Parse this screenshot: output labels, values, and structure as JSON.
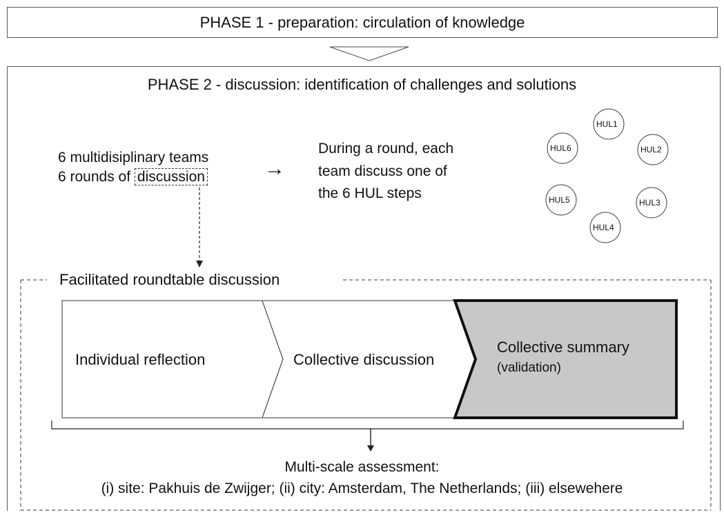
{
  "phase1": {
    "title": "PHASE 1 - preparation: circulation of knowledge"
  },
  "phase2": {
    "title": "PHASE 2 - discussion: identification of challenges and solutions",
    "teams_line": "6 multidisiplinary teams",
    "rounds_prefix": "6 rounds of ",
    "rounds_word": "discussion",
    "arrow_glyph": "→",
    "round_desc": [
      "During a round, each",
      "team discuss one of",
      "the 6 HUL steps"
    ],
    "hul_steps": [
      "HUL1",
      "HUL2",
      "HUL3",
      "HUL4",
      "HUL5",
      "HUL6"
    ]
  },
  "roundtable": {
    "title": "Facilitated roundtable discussion",
    "stages": [
      {
        "label": "Individual reflection",
        "highlighted": false
      },
      {
        "label": "Collective discussion",
        "highlighted": false
      },
      {
        "label": "Collective summary",
        "sublabel": "(validation)",
        "highlighted": true
      }
    ],
    "highlight_fill": "#c8c8c8"
  },
  "assessment": {
    "title": "Multi-scale assessment:",
    "detail": "(i) site: Pakhuis de Zwijger; (ii) city: Amsterdam, The Netherlands; (iii) elsewehere"
  }
}
